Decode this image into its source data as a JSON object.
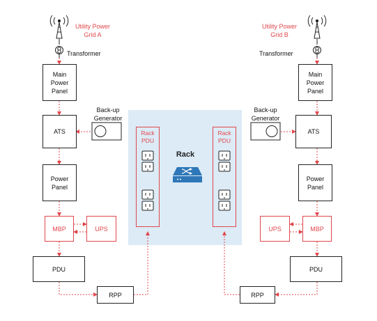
{
  "grid_a": {
    "utility_label": "Utility Power\nGrid A",
    "transformer_label": "Transformer"
  },
  "grid_b": {
    "utility_label": "Utility Power\nGrid B",
    "transformer_label": "Transformer"
  },
  "left_chain": {
    "main_panel": "Main\nPower\nPanel",
    "ats": "ATS",
    "generator_label": "Back-up\nGenerator",
    "power_panel": "Power\nPanel",
    "mbp": "MBP",
    "ups": "UPS",
    "pdu": "PDU",
    "rpp": "RPP"
  },
  "right_chain": {
    "main_panel": "Main\nPower\nPanel",
    "ats": "ATS",
    "generator_label": "Back-up\nGenerator",
    "power_panel": "Power\nPanel",
    "mbp": "MBP",
    "ups": "UPS",
    "pdu": "PDU",
    "rpp": "RPP"
  },
  "rack": {
    "title": "Rack",
    "left_pdu_label": "Rack\nPDU",
    "right_pdu_label": "Rack\nPDU",
    "switch_icon": "network-switch-icon",
    "outlet_icon": "power-outlet-icon"
  },
  "colors": {
    "accent_red": "#e0474c",
    "rack_bg": "#dcebf6",
    "switch_blue": "#2e77b8",
    "line": "#222222"
  }
}
